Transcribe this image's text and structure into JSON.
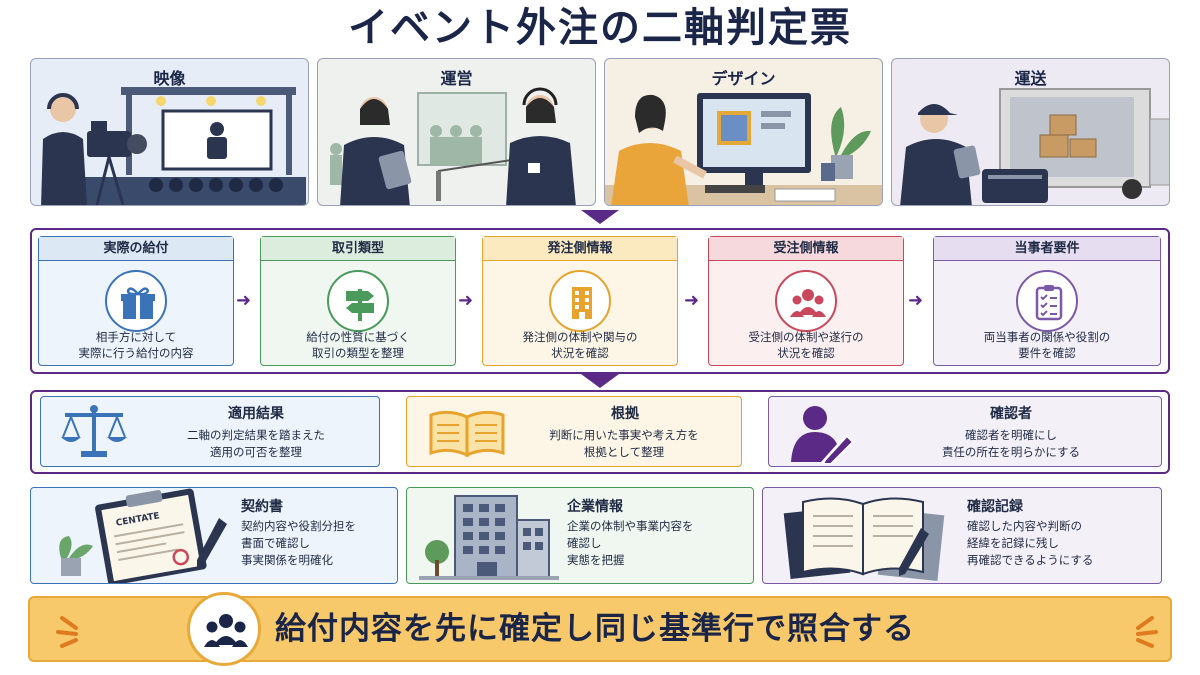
{
  "title": "イベント外注の二軸判定票",
  "panels": [
    {
      "label": "映像"
    },
    {
      "label": "運営"
    },
    {
      "label": "デザイン"
    },
    {
      "label": "運送"
    }
  ],
  "steps": [
    {
      "title": "実際の給付",
      "line1": "相手方に対して",
      "line2": "実際に行う給付の内容",
      "icon": "gift-icon",
      "accent": "#3b73b9"
    },
    {
      "title": "取引類型",
      "line1": "給付の性質に基づく",
      "line2": "取引の類型を整理",
      "icon": "signpost-icon",
      "accent": "#4a9a5c"
    },
    {
      "title": "発注側情報",
      "line1": "発注側の体制や関与の",
      "line2": "状況を確認",
      "icon": "building-icon",
      "accent": "#e6a32e"
    },
    {
      "title": "受注側情報",
      "line1": "受注側の体制や遂行の",
      "line2": "状況を確認",
      "icon": "team-icon",
      "accent": "#c9485b"
    },
    {
      "title": "当事者要件",
      "line1": "両当事者の関係や役割の",
      "line2": "要件を確認",
      "icon": "checklist-icon",
      "accent": "#7a5aa6"
    }
  ],
  "mid": [
    {
      "title": "適用結果",
      "line1": "二軸の判定結果を踏まえた",
      "line2": "適用の可否を整理",
      "icon": "scales-icon"
    },
    {
      "title": "根拠",
      "line1": "判断に用いた事実や考え方を",
      "line2": "根拠として整理",
      "icon": "book-icon"
    },
    {
      "title": "確認者",
      "line1": "確認者を明確にし",
      "line2": "責任の所在を明らかにする",
      "icon": "person-pen-icon"
    }
  ],
  "bottom": [
    {
      "title": "契約書",
      "line1": "契約内容や役割分担を",
      "line2": "書面で確認し",
      "line3": "事実関係を明確化",
      "icon": "contract-icon",
      "doc_label": "CENTATE"
    },
    {
      "title": "企業情報",
      "line1": "企業の体制や事業内容を",
      "line2": "確認し",
      "line3": "実態を把握",
      "icon": "office-building-icon"
    },
    {
      "title": "確認記録",
      "line1": "確認した内容や判断の",
      "line2": "経緯を記録に残し",
      "line3": "再確認できるようにする",
      "icon": "notebook-icon"
    }
  ],
  "banner": {
    "text": "給付内容を先に確定し同じ基準行で照合する",
    "icon": "group-icon"
  },
  "colors": {
    "purple": "#5b2a86",
    "navy": "#1a2547",
    "orange": "#f7c96b"
  }
}
